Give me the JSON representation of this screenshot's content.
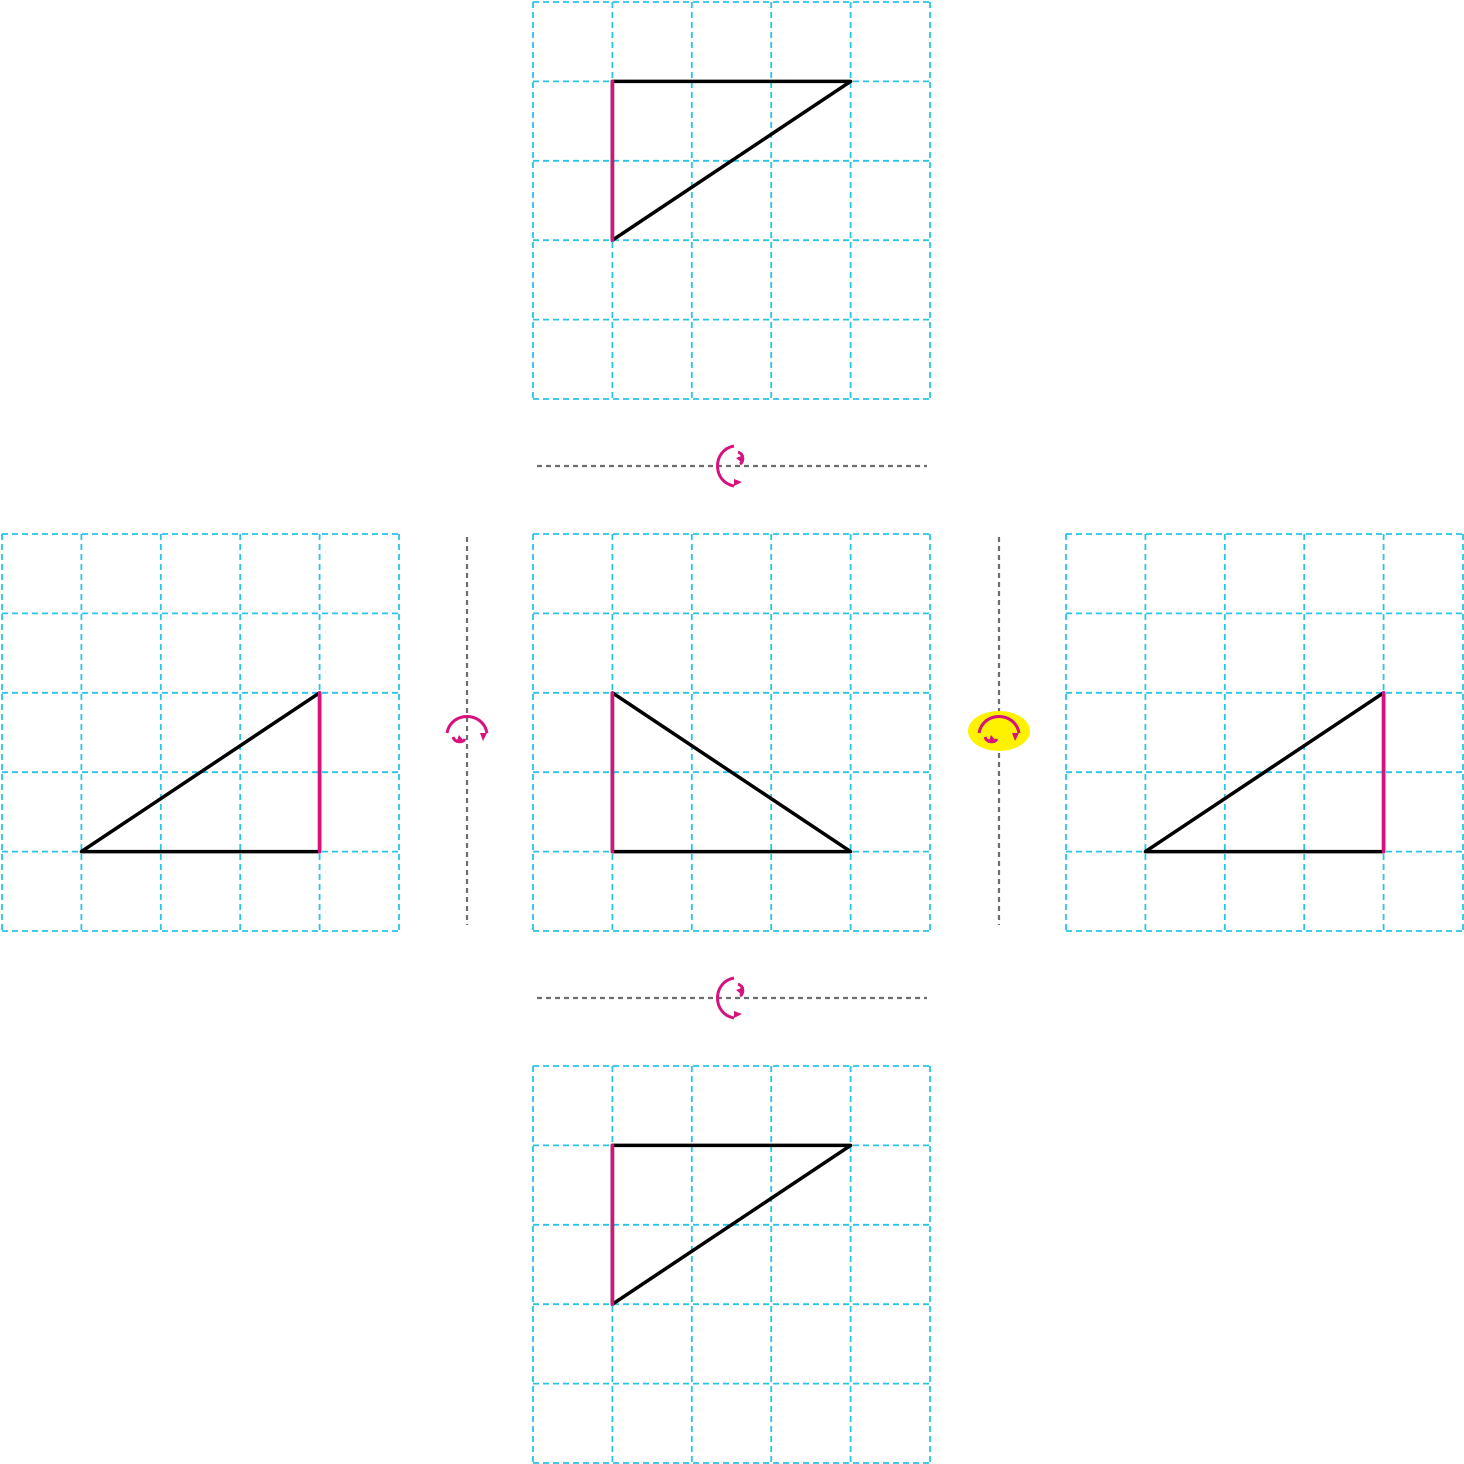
{
  "colors": {
    "grid": "#29c4e8",
    "shape": "#000000",
    "highlight_edge": "#d6127e",
    "axis": "#6e6e6e",
    "rotate_icon": "#d6127e",
    "selected_bg": "#fff200",
    "background": "#ffffff"
  },
  "grid": {
    "cells": 5
  },
  "panels": [
    {
      "id": "top",
      "name": "grid-panel-top",
      "triangle": [
        [
          1,
          1
        ],
        [
          1,
          3
        ],
        [
          4,
          1
        ]
      ],
      "magenta_edge": [
        [
          1,
          1
        ],
        [
          1,
          3
        ]
      ]
    },
    {
      "id": "left",
      "name": "grid-panel-left",
      "triangle": [
        [
          4,
          2
        ],
        [
          4,
          4
        ],
        [
          1,
          4
        ]
      ],
      "magenta_edge": [
        [
          4,
          2
        ],
        [
          4,
          4
        ]
      ]
    },
    {
      "id": "center",
      "name": "grid-panel-center",
      "triangle": [
        [
          1,
          2
        ],
        [
          1,
          4
        ],
        [
          4,
          4
        ]
      ],
      "magenta_edge": [
        [
          1,
          2
        ],
        [
          1,
          4
        ]
      ]
    },
    {
      "id": "right",
      "name": "grid-panel-right",
      "triangle": [
        [
          4,
          2
        ],
        [
          4,
          4
        ],
        [
          1,
          4
        ]
      ],
      "magenta_edge": [
        [
          4,
          2
        ],
        [
          4,
          4
        ]
      ]
    },
    {
      "id": "bottom",
      "name": "grid-panel-bottom",
      "triangle": [
        [
          1,
          1
        ],
        [
          1,
          3
        ],
        [
          4,
          1
        ]
      ],
      "magenta_edge": [
        [
          1,
          1
        ],
        [
          1,
          3
        ]
      ]
    }
  ],
  "axes": [
    {
      "id": "top",
      "name": "flip-axis-top",
      "orientation": "horizontal",
      "icon": "rotate-around-horizontal-axis-icon",
      "selected": false
    },
    {
      "id": "left",
      "name": "flip-axis-left",
      "orientation": "vertical",
      "icon": "rotate-around-vertical-axis-icon",
      "selected": false
    },
    {
      "id": "right",
      "name": "flip-axis-right",
      "orientation": "vertical",
      "icon": "rotate-around-vertical-axis-icon",
      "selected": true
    },
    {
      "id": "bottom",
      "name": "flip-axis-bottom",
      "orientation": "horizontal",
      "icon": "rotate-around-horizontal-axis-icon",
      "selected": false
    }
  ]
}
